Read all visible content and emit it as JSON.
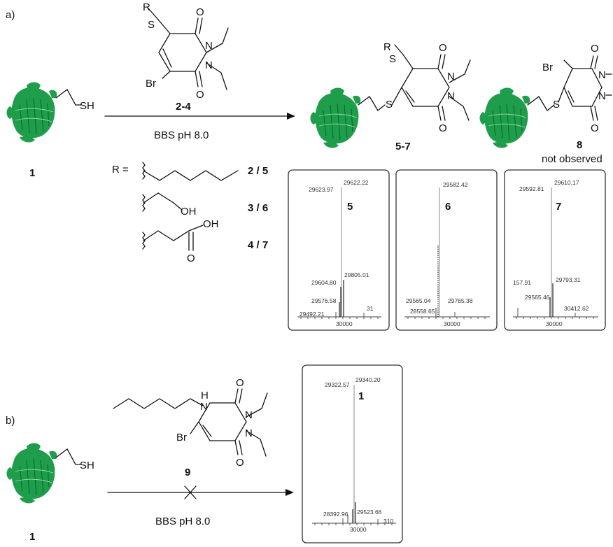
{
  "panels": {
    "a": {
      "label": "a)",
      "protein_label": "1",
      "thiol": "SH",
      "reagent_label": "2-4",
      "conditions": "BBS pH 8.0",
      "product_label": "5-7",
      "side_product_label": "8",
      "side_product_note": "not observed",
      "atoms": {
        "R": "R",
        "S": "S",
        "Br": "Br",
        "N": "N",
        "O": "O",
        "OH": "OH"
      },
      "r_prefix": "R =",
      "r_groups": [
        {
          "pair": "2 / 5"
        },
        {
          "pair": "3 / 6"
        },
        {
          "pair": "4 / 7"
        }
      ],
      "spectra": [
        {
          "id": "5",
          "peaks": [
            "29623.97",
            "29622.22",
            "29604.80",
            "29805.01",
            "29576.58",
            "29492.21",
            "31"
          ],
          "axis": "30000"
        },
        {
          "id": "6",
          "peaks": [
            "29582.42",
            "29565.04",
            "29765.38",
            "28558.65"
          ],
          "axis": "30000"
        },
        {
          "id": "7",
          "peaks": [
            "29592.81",
            "29610.17",
            "157.91",
            "29793.31",
            "29565.46",
            "30412.62"
          ],
          "axis": "30000"
        }
      ]
    },
    "b": {
      "label": "b)",
      "protein_label": "1",
      "thiol": "SH",
      "reagent_label": "9",
      "conditions": "BBS pH 8.0",
      "atoms": {
        "H": "H",
        "N": "N",
        "Br": "Br",
        "O": "O"
      },
      "spectrum": {
        "id": "1",
        "peaks": [
          "29322.57",
          "29340.20",
          "28392.96",
          "29523.66",
          "310"
        ],
        "axis": "30000"
      }
    }
  },
  "colors": {
    "protein": "#1e9e4a"
  }
}
